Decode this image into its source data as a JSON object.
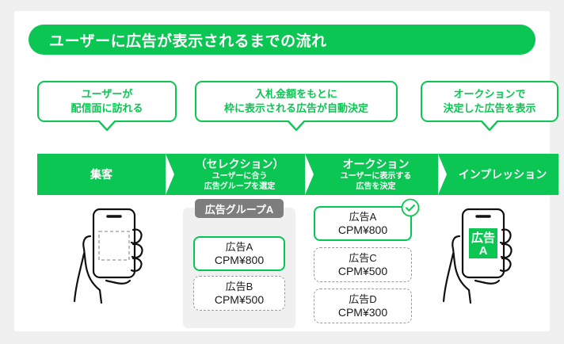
{
  "header": {
    "title": "ユーザーに広告が表示されるまでの流れ"
  },
  "callouts": [
    {
      "line1": "ユーザーが",
      "line2": "配信面に訪れる"
    },
    {
      "line1": "入札金額をもとに",
      "line2": "枠に表示される広告が自動決定"
    },
    {
      "line1": "オークションで",
      "line2": "決定した広告を表示"
    }
  ],
  "flow_steps": [
    {
      "head": "集客",
      "sub1": "",
      "sub2": ""
    },
    {
      "head": "（セレクション）",
      "sub1": "ユーザーに合う",
      "sub2": "広告グループを選定"
    },
    {
      "head": "オークション",
      "sub1": "ユーザーに表示する",
      "sub2": "広告を決定"
    },
    {
      "head": "インプレッション",
      "sub1": "",
      "sub2": ""
    }
  ],
  "ad_group_panel": {
    "group_label": "広告グループA",
    "ads": [
      {
        "name": "広告A",
        "cpm": "CPM¥800",
        "state": "selected"
      },
      {
        "name": "広告B",
        "cpm": "CPM¥500",
        "state": "dashed"
      }
    ]
  },
  "auction_panel": {
    "ads": [
      {
        "name": "広告A",
        "cpm": "CPM¥800",
        "state": "selected",
        "badge": "check-icon"
      },
      {
        "name": "広告C",
        "cpm": "CPM¥500",
        "state": "dashed"
      },
      {
        "name": "広告D",
        "cpm": "CPM¥300",
        "state": "dashed"
      }
    ]
  },
  "phones": {
    "left": {
      "icon": "hand-holding-phone-empty-slot-icon",
      "slot_state": "empty"
    },
    "right": {
      "icon": "hand-holding-phone-with-ad-icon",
      "ad_line1": "広告",
      "ad_line2": "A"
    }
  },
  "colors": {
    "brand_green": "#0bc653",
    "selected_green": "#00c853",
    "pill_gray": "#7d7d7d",
    "panel_gray": "#f0f0f0",
    "page_bg": "#f0f0f0",
    "card_bg": "#ffffff"
  }
}
